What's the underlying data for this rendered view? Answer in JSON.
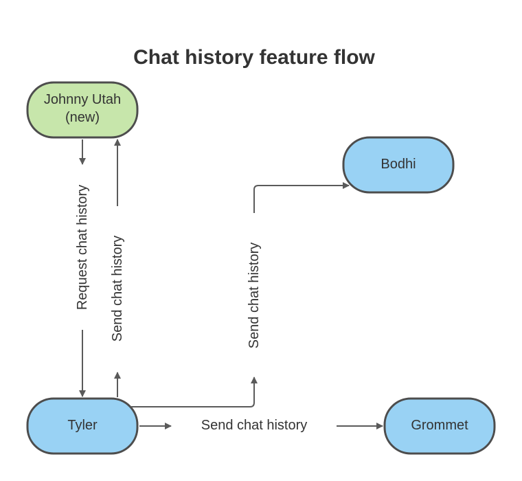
{
  "title": "Chat history feature flow",
  "colors": {
    "new_node_fill": "#c7e6ab",
    "node_fill": "#99d2f4",
    "stroke": "#4d4d4d",
    "arrow": "#5a5a5a",
    "text": "#333333"
  },
  "nodes": {
    "johnny": {
      "line1": "Johnny Utah",
      "line2": "(new)"
    },
    "bodhi": {
      "label": "Bodhi"
    },
    "tyler": {
      "label": "Tyler"
    },
    "grommet": {
      "label": "Grommet"
    }
  },
  "edges": {
    "request": {
      "label": "Request chat history",
      "from": "Johnny Utah",
      "to": "Tyler"
    },
    "send_to_johnny": {
      "label": "Send chat history",
      "from": "Tyler",
      "to": "Johnny Utah"
    },
    "send_to_bodhi": {
      "label": "Send chat history",
      "from": "Tyler",
      "to": "Bodhi"
    },
    "send_to_grommet": {
      "label": "Send chat history",
      "from": "Tyler",
      "to": "Grommet"
    }
  }
}
